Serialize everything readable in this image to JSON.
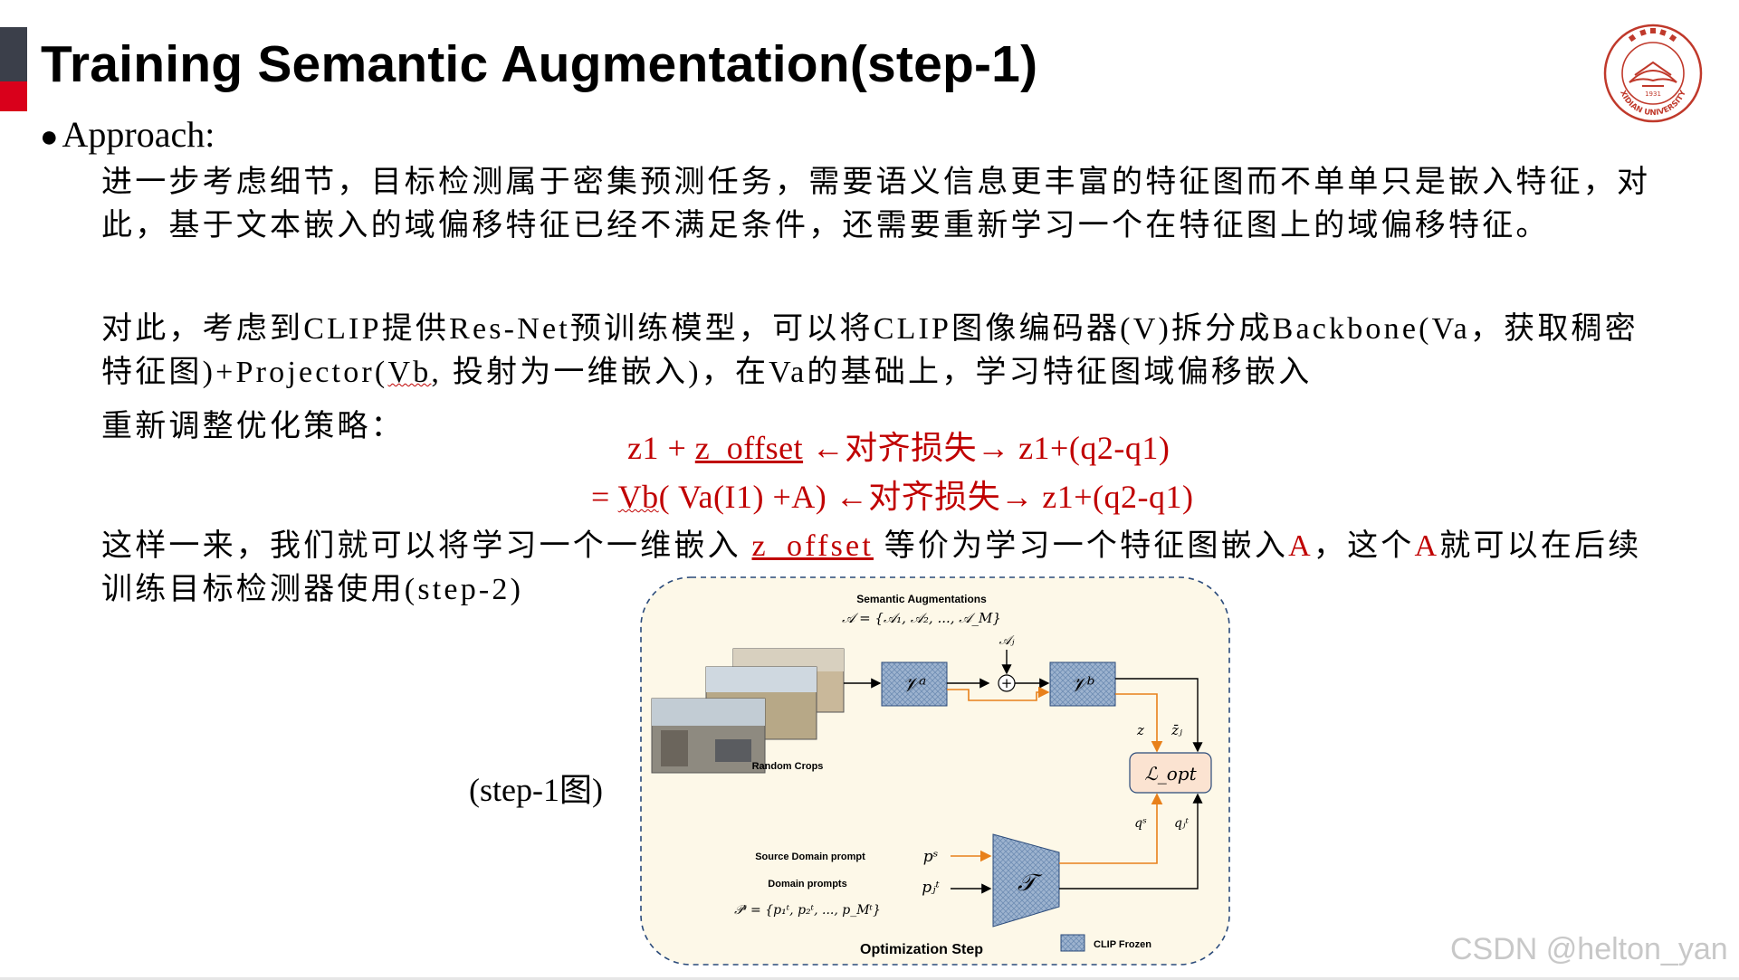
{
  "slide": {
    "title": "Training Semantic Augmentation(step-1)",
    "logo_text": "XIDIAN UNIVERSITY",
    "logo_year": "1931",
    "bullet_label": "Approach:",
    "para1": "进一步考虑细节，目标检测属于密集预测任务，需要语义信息更丰富的特征图而不单单只是嵌入特征，对此，基于文本嵌入的域偏移特征已经不满足条件，还需要重新学习一个在特征图上的域偏移特征。",
    "para2_a": "对此，考虑到CLIP提供Res-Net预训练模型，可以将CLIP图像编码器(V)拆分成Backbone(Va，获取稠密特征图)+Projector(",
    "para2_b": "Vb",
    "para2_c": ", 投射为一维嵌入)，在Va的基础上，学习特征图域偏移嵌入",
    "para3": "重新调整优化策略：",
    "eq1_a": "z1 + ",
    "eq1_b": "z_offset",
    "eq1_c": " ←对齐损失→ z1+(q2-q1)",
    "eq2_a": "= ",
    "eq2_b": "Vb",
    "eq2_c": "( Va(I1) +A) ←对齐损失→ z1+(q2-q1)",
    "para4_a": "这样一来，我们就可以将学习一个一维嵌入 ",
    "para4_b": "z_offset",
    "para4_c": " 等价为学习一个特征图嵌入",
    "para4_d": "A",
    "para4_e": "，这个",
    "para4_f": "A",
    "para4_g": "就可以在后续训练目标检测器使用(step-2)",
    "step_caption": "(step-1图)",
    "watermark": "CSDN @helton_yan"
  },
  "diagram": {
    "sem_aug_title": "Semantic Augmentations",
    "sem_aug_set": "𝒜 = {𝒜₁, 𝒜₂, ..., 𝒜_M}",
    "aj": "𝒜ⱼ",
    "va": "𝒱ᵃ",
    "vb": "𝒱ᵇ",
    "plus": "+",
    "z": "z",
    "zj": "z̄ⱼ",
    "lopt": "ℒ_opt",
    "qs": "qˢ",
    "qtj": "qⱼᵗ",
    "random_crops": "Random Crops",
    "source_prompt": "Source Domain prompt",
    "ps": "pˢ",
    "domain_prompts": "Domain prompts",
    "ptj": "pⱼᵗ",
    "pt_set": "𝒫ᵗ = {p₁ᵗ, p₂ᵗ, ..., p_Mᵗ}",
    "tau": "𝒯",
    "opt_step": "Optimization Step",
    "clip_frozen": "CLIP Frozen"
  },
  "colors": {
    "accent_dark": "#3b3f4a",
    "accent_red": "#d9001b",
    "equation_red": "#c00000",
    "logo_red": "#c0392b",
    "orange_arrow": "#e8801a",
    "block_blue": "#8fa8c8",
    "lopt_fill": "#fbe3d1",
    "diagram_bg": "#fdf8e8"
  }
}
